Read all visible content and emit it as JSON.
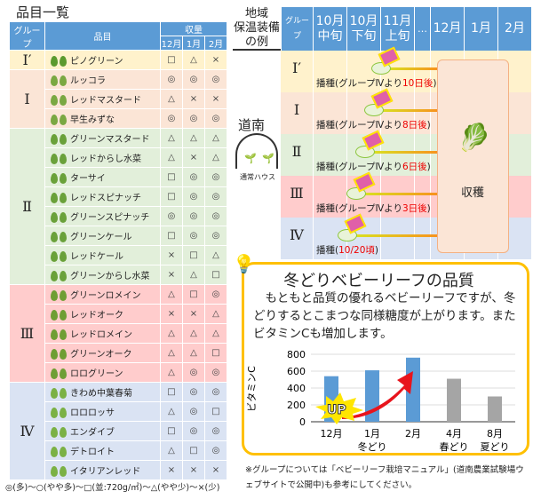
{
  "left": {
    "title": "品目一覧",
    "headers": {
      "group": "グループ",
      "item": "品目",
      "yield": "収量",
      "m1": "12月",
      "m2": "1月",
      "m3": "2月"
    },
    "groups": [
      {
        "label": "Ⅰ′",
        "color": "#fff2cc",
        "items": [
          {
            "name": "ピノグリーン",
            "y": [
              "□",
              "△",
              "×"
            ]
          }
        ]
      },
      {
        "label": "Ⅰ",
        "color": "#fbe5d6",
        "items": [
          {
            "name": "ルッコラ",
            "y": [
              "◎",
              "◎",
              "◎"
            ]
          },
          {
            "name": "レッドマスタード",
            "y": [
              "△",
              "×",
              "×"
            ]
          },
          {
            "name": "早生みずな",
            "y": [
              "◎",
              "◎",
              "◎"
            ]
          }
        ]
      },
      {
        "label": "Ⅱ",
        "color": "#e2efda",
        "items": [
          {
            "name": "グリーンマスタード",
            "y": [
              "△",
              "△",
              "△"
            ]
          },
          {
            "name": "レッドからし水菜",
            "y": [
              "△",
              "×",
              "△"
            ]
          },
          {
            "name": "ターサイ",
            "y": [
              "□",
              "◎",
              "◎"
            ]
          },
          {
            "name": "レッドスピナッチ",
            "y": [
              "□",
              "◎",
              "◎"
            ]
          },
          {
            "name": "グリーンスピナッチ",
            "y": [
              "◎",
              "◎",
              "◎"
            ]
          },
          {
            "name": "グリーンケール",
            "y": [
              "□",
              "◎",
              "◎"
            ]
          },
          {
            "name": "レッドケール",
            "y": [
              "×",
              "□",
              "△"
            ]
          },
          {
            "name": "グリーンからし水菜",
            "y": [
              "×",
              "△",
              "□"
            ]
          }
        ]
      },
      {
        "label": "Ⅲ",
        "color": "#ffcccc",
        "items": [
          {
            "name": "グリーンロメイン",
            "y": [
              "△",
              "□",
              "◎"
            ]
          },
          {
            "name": "レッドオーク",
            "y": [
              "×",
              "×",
              "△"
            ]
          },
          {
            "name": "レッドロメイン",
            "y": [
              "△",
              "△",
              "△"
            ]
          },
          {
            "name": "グリーンオーク",
            "y": [
              "△",
              "△",
              "□"
            ]
          },
          {
            "name": "ロログリーン",
            "y": [
              "△",
              "◎",
              "◎"
            ]
          }
        ]
      },
      {
        "label": "Ⅳ",
        "color": "#dae3f3",
        "items": [
          {
            "name": "きわめ中葉春菊",
            "y": [
              "□",
              "◎",
              "◎"
            ]
          },
          {
            "name": "ロロロッサ",
            "y": [
              "△",
              "◎",
              "□"
            ]
          },
          {
            "name": "エンダイブ",
            "y": [
              "□",
              "◎",
              "◎"
            ]
          },
          {
            "name": "デトロイト",
            "y": [
              "△",
              "□",
              "◎"
            ]
          },
          {
            "name": "イタリアンレッド",
            "y": [
              "×",
              "×",
              "×"
            ]
          }
        ]
      }
    ],
    "legend": "◎(多)〜○(やや多)〜□(並:720g/㎡)〜△(やや少)〜×(少)"
  },
  "right": {
    "corner": "地域\n保温装備\nの例",
    "group_header": "グループ",
    "columns": [
      "10月\n中旬",
      "10月\n下旬",
      "11月\n上旬",
      "…",
      "12月",
      "1月",
      "2月"
    ],
    "region": "道南",
    "house": "通常ハウス",
    "rows": [
      {
        "group": "Ⅰ′",
        "sow": "播種(グループⅣより",
        "red": "10日後",
        "end": ")"
      },
      {
        "group": "Ⅰ",
        "sow": "播種(グループⅣより",
        "red": "8日後",
        "end": ")"
      },
      {
        "group": "Ⅱ",
        "sow": "播種(グループⅣより",
        "red": "6日後",
        "end": ")"
      },
      {
        "group": "Ⅲ",
        "sow": "播種(グループⅣより",
        "red": "3日後",
        "end": ")"
      },
      {
        "group": "Ⅳ",
        "sow": "播種(",
        "red": "10/20頃",
        "end": ")"
      }
    ],
    "harvest": "収穫"
  },
  "quality": {
    "title": "冬どりベビーリーフの品質",
    "text": "　もともと品質の優れるベビーリーフですが、冬どりするとこまつな同様糖度が上がります。またビタミンCも増加します。",
    "badge": "UP"
  },
  "chart_data": {
    "type": "bar",
    "ylabel": "ビタミンC",
    "ylim": [
      0,
      800
    ],
    "yticks": [
      0,
      200,
      400,
      600,
      800
    ],
    "grid": true,
    "categories": [
      "12月",
      "1月\n冬どり",
      "2月",
      "4月\n春どり",
      "8月\n夏どり"
    ],
    "values": [
      540,
      610,
      760,
      510,
      300
    ],
    "colors": [
      "#5b9bd5",
      "#5b9bd5",
      "#5b9bd5",
      "#a5a5a5",
      "#a5a5a5"
    ]
  },
  "footnote": "※グループについては「ベビーリーフ栽培マニュアル」(道南農業試験場ウェブサイトで公開中)も参考にしてください。"
}
